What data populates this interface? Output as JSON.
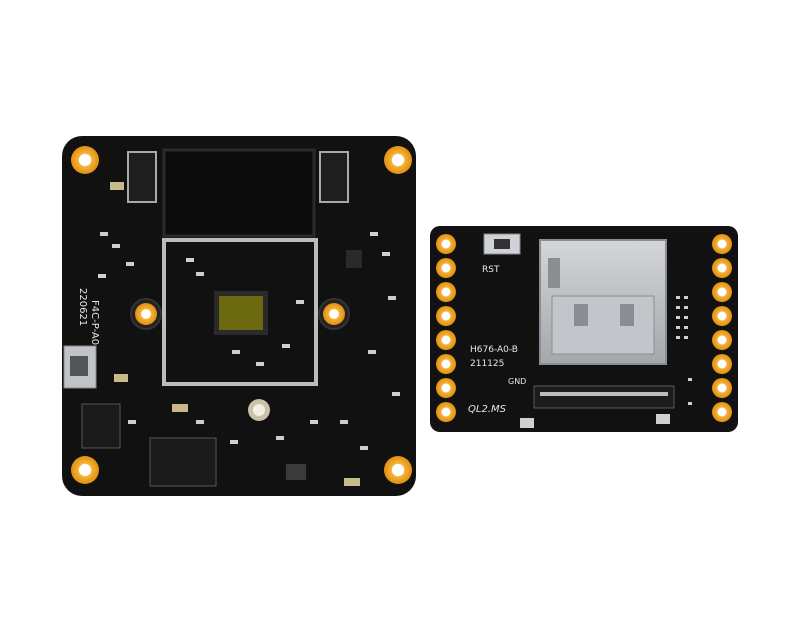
{
  "scene": "Two camera PCB modules on white background",
  "colors": {
    "background": "#ffffff",
    "pcb": "#101010",
    "gold": "#f0a21c",
    "silver": "#b9bcc0",
    "sensor": "#6b6a10"
  },
  "main_board": {
    "silkscreen_model": "F4C-P-A0",
    "silkscreen_date": "220621"
  },
  "sd_board": {
    "silkscreen_button": "RST",
    "silkscreen_model": "H676-A0-B",
    "silkscreen_date": "211125",
    "silkscreen_gnd": "GND",
    "silkscreen_mark": "QL2.MS"
  }
}
